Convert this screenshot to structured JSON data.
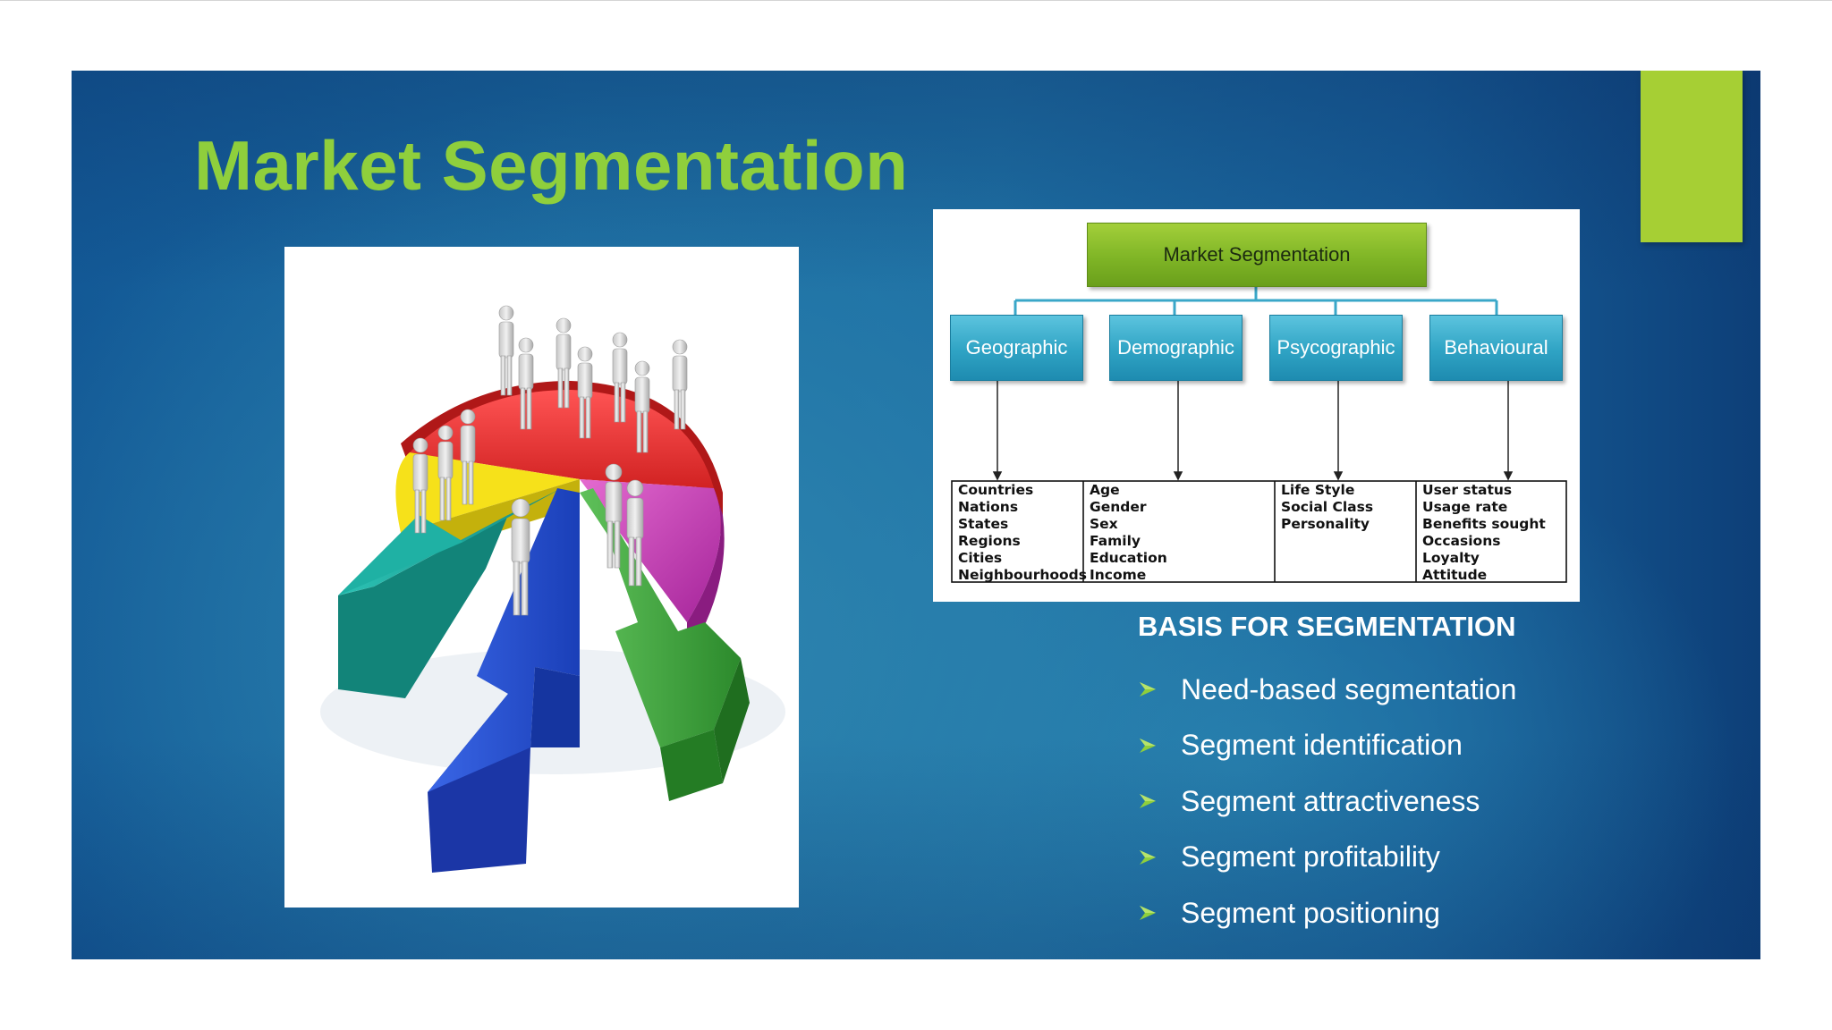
{
  "slide": {
    "title": "Market Segmentation",
    "accent_color": "#a6cf34"
  },
  "image": {
    "description_icon": "pie-chart-people-arrows-illustration"
  },
  "diagram": {
    "root": "Market Segmentation",
    "categories": [
      {
        "label": "Geographic",
        "items": [
          "Countries",
          "Nations",
          "States",
          "Regions",
          "Cities",
          "Neighbourhoods"
        ]
      },
      {
        "label": "Demographic",
        "items": [
          "Age",
          "Gender",
          "Sex",
          "Family",
          "Education",
          "Income"
        ]
      },
      {
        "label": "Psycographic",
        "items": [
          "Life Style",
          "Social Class",
          "Personality"
        ]
      },
      {
        "label": "Behavioural",
        "items": [
          "User status",
          "Usage rate",
          "Benefits sought",
          "Occasions",
          "Loyalty",
          "Attitude"
        ]
      }
    ]
  },
  "basis": {
    "heading": "BASIS FOR SEGMENTATION",
    "items": [
      "Need-based segmentation",
      "Segment identification",
      "Segment attractiveness",
      "Segment profitability",
      "Segment positioning"
    ],
    "bullet_icon": "arrowhead-bullet-icon",
    "bullet_color": "#8fcf3c"
  }
}
